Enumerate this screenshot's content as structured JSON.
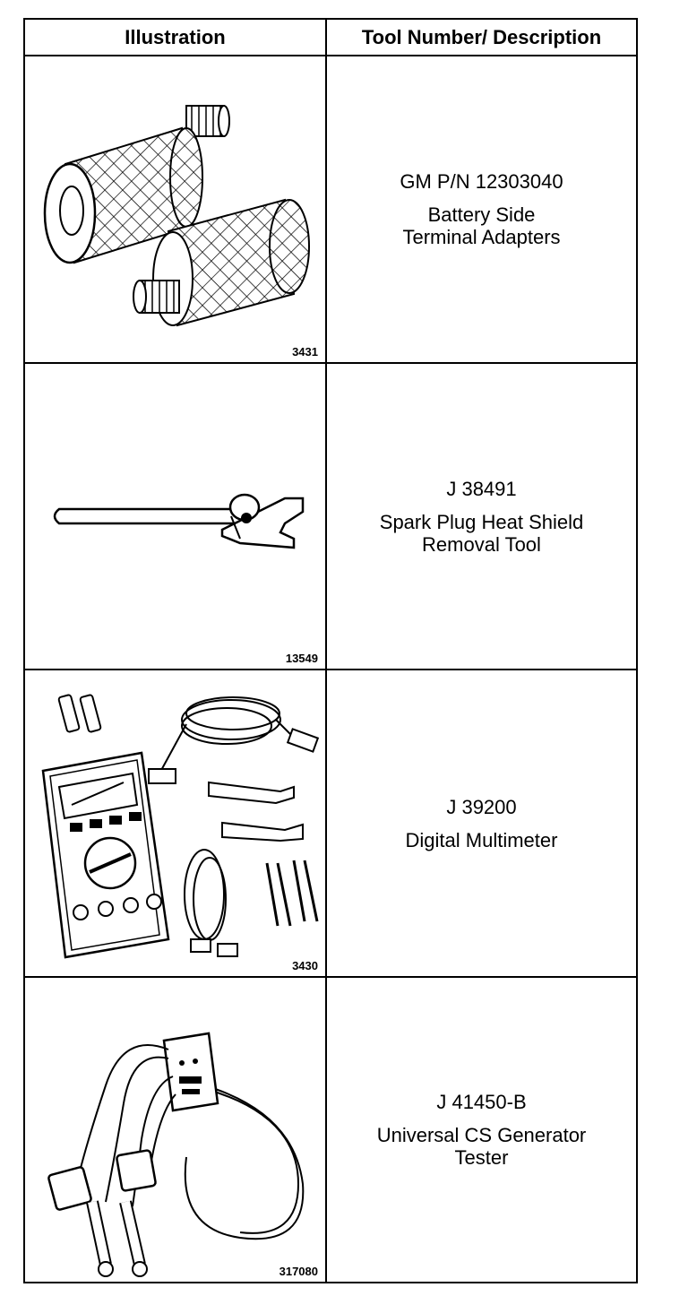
{
  "table": {
    "headers": {
      "illustration": "Illustration",
      "tool": "Tool Number/ Description"
    },
    "rows": [
      {
        "figure_number": "3431",
        "tool_number": "GM P/N 12303040",
        "description_line1": "Battery Side",
        "description_line2": "Terminal Adapters",
        "icon": "battery-terminal-adapters-icon"
      },
      {
        "figure_number": "13549",
        "tool_number": "J 38491",
        "description_line1": "Spark Plug Heat Shield",
        "description_line2": "Removal Tool",
        "icon": "spark-plug-shield-tool-icon"
      },
      {
        "figure_number": "3430",
        "tool_number": "J 39200",
        "description_line1": "Digital Multimeter",
        "description_line2": "",
        "icon": "digital-multimeter-icon"
      },
      {
        "figure_number": "317080",
        "tool_number": "J 41450-B",
        "description_line1": "Universal CS Generator",
        "description_line2": "Tester",
        "icon": "generator-tester-icon"
      }
    ]
  }
}
